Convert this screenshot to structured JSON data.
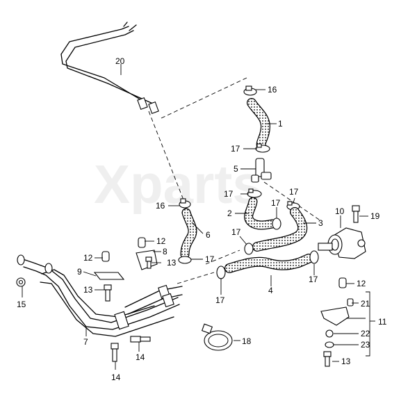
{
  "watermark": "Xparts",
  "callouts": {
    "c1": "1",
    "c2": "2",
    "c3": "3",
    "c4": "4",
    "c5": "5",
    "c6": "6",
    "c7": "7",
    "c8": "8",
    "c9": "9",
    "c10": "10",
    "c11": "11",
    "c12a": "12",
    "c12b": "12",
    "c12c": "12",
    "c13a": "13",
    "c13b": "13",
    "c13c": "13",
    "c14a": "14",
    "c14b": "14",
    "c15": "15",
    "c16a": "16",
    "c16b": "16",
    "c17a": "17",
    "c17b": "17",
    "c17c": "17",
    "c17d": "17",
    "c17e": "17",
    "c17f": "17",
    "c17g": "17",
    "c17h": "17",
    "c18": "18",
    "c19": "19",
    "c20": "20",
    "c21": "21",
    "c22": "22",
    "c23": "23"
  }
}
